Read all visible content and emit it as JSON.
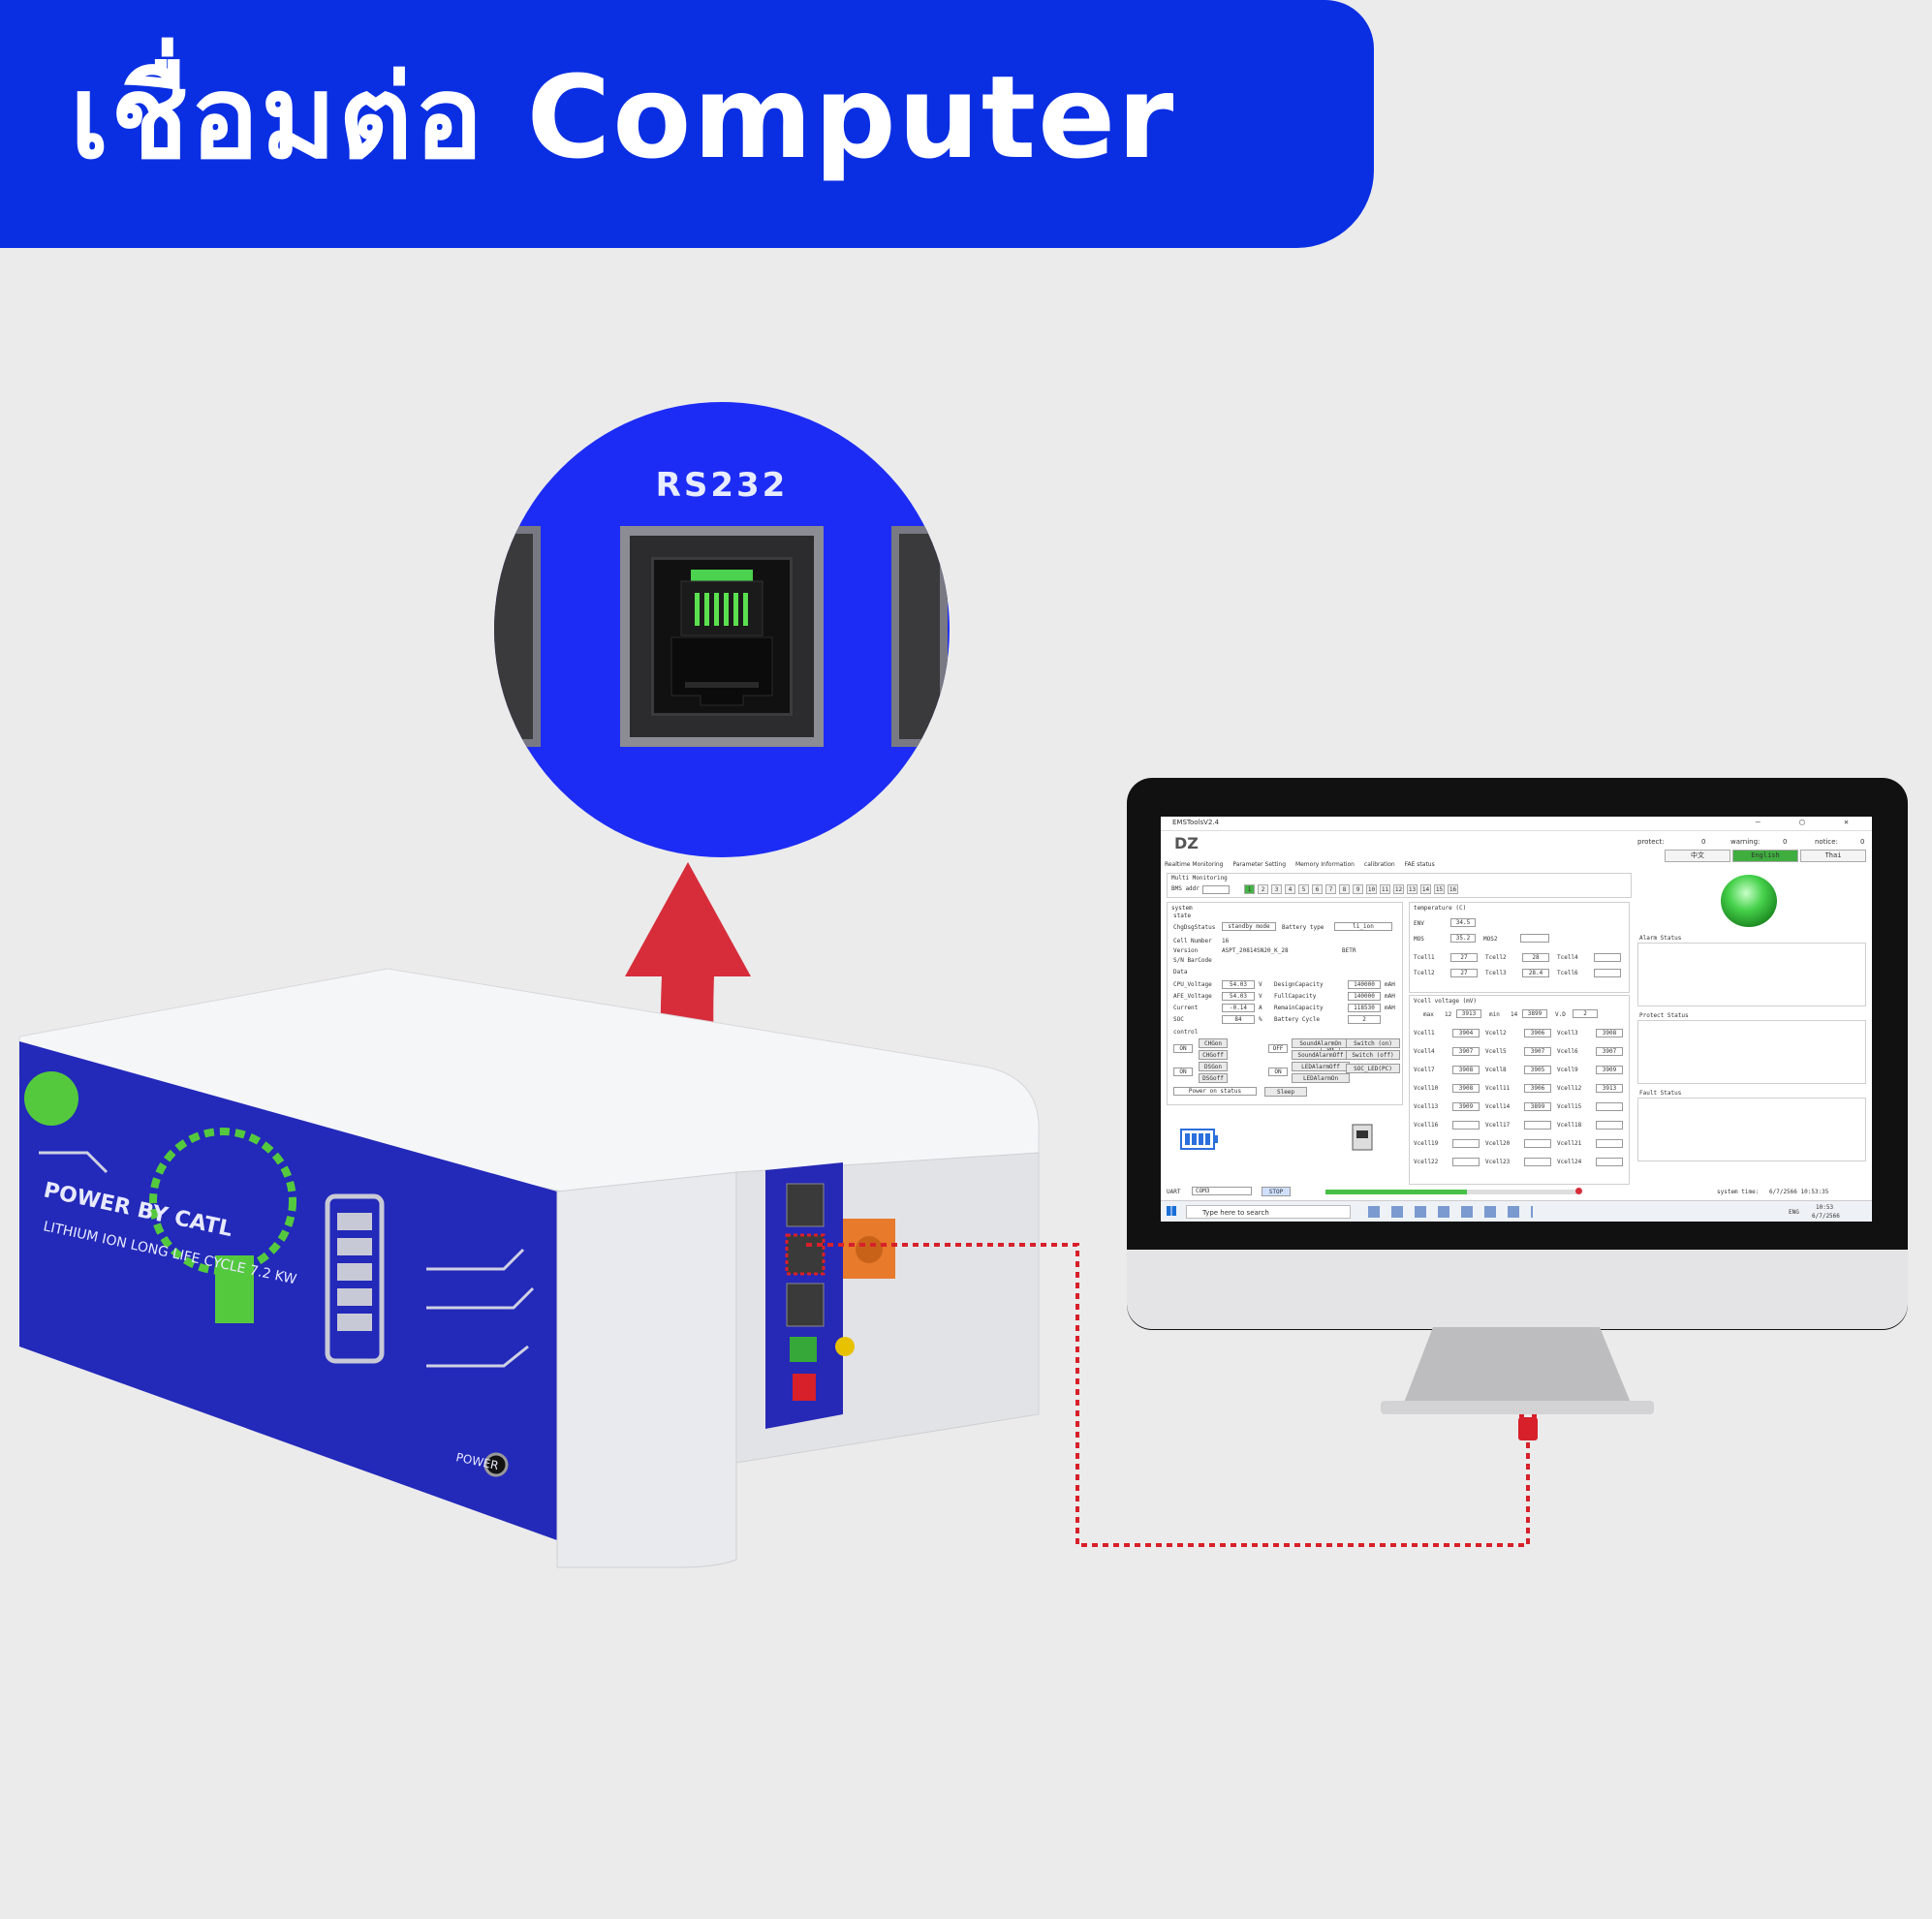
{
  "banner": {
    "title": "เชื่อมต่อ Computer"
  },
  "zoom": {
    "port_label": "RS232"
  },
  "battery": {
    "brand_line": "POWER BY CATL",
    "spec_line": "LITHIUM ION LONG LIFE CYCLE 7.2 KW",
    "power_label": "POWER"
  },
  "app": {
    "window_title": "EMSToolsV2.4",
    "window_buttons": "—  ▢  ✕",
    "logo_text": "DZ",
    "protect": {
      "label": "protect:",
      "value": "0"
    },
    "warning": {
      "label": "warning:",
      "value": "0"
    },
    "notice": {
      "label": "notice:",
      "value": "0"
    },
    "lang_buttons": [
      "中文",
      "English",
      "Thai"
    ],
    "tabs": [
      "Realtime Monitoring",
      "Parameter Setting",
      "Memory Information",
      "calibration",
      "FAE status"
    ],
    "multi_monitoring": "Multi Monitoring",
    "bms_addr_label": "BMS addr",
    "addr_buttons": [
      "1",
      "2",
      "3",
      "4",
      "5",
      "6",
      "7",
      "8",
      "9",
      "10",
      "11",
      "12",
      "13",
      "14",
      "15",
      "16"
    ],
    "system": {
      "title": "system",
      "state": "state",
      "chg_dsg_status_label": "ChgDsgStatus",
      "chg_dsg_status_value": "standby mode",
      "battery_type_label": "Battery type",
      "battery_type_value": "li_ion",
      "cell_number_label": "Cell Number",
      "cell_number_value": "16",
      "version_label": "Version",
      "version_value": "ASPT_20814SN20_K_28",
      "version_extra": "BETR",
      "sn_label": "S/N BarCode"
    },
    "data": {
      "title": "Data",
      "rows_left": [
        {
          "label": "CPU_Voltage",
          "value": "54.03",
          "unit": "V"
        },
        {
          "label": "AFE_Voltage",
          "value": "54.03",
          "unit": "V"
        },
        {
          "label": "Current",
          "value": "-0.14",
          "unit": "A"
        },
        {
          "label": "SOC",
          "value": "84",
          "unit": "%"
        }
      ],
      "rows_right": [
        {
          "label": "DesignCapacity",
          "value": "140000",
          "unit": "mAH"
        },
        {
          "label": "FullCapacity",
          "value": "140000",
          "unit": "mAH"
        },
        {
          "label": "RemainCapacity",
          "value": "118530",
          "unit": "mAH"
        },
        {
          "label": "Battery Cycle",
          "value": "2",
          "unit": ""
        }
      ]
    },
    "control": {
      "title": "control",
      "on": "ON",
      "off": "OFF",
      "buttons_a": [
        "CHGon",
        "CHGoff",
        "DSGon",
        "DSGoff"
      ],
      "buttons_b": [
        "SoundAlarmOn",
        "SoundAlarmOff",
        "LEDAlarmOff",
        "LEDAlarmOn"
      ],
      "buttons_c": [
        "Switch (on)",
        "Switch (off)",
        "SOC_LED(PC)"
      ],
      "power_on_status": "Power on status",
      "sleep": "Sleep"
    },
    "temperature": {
      "title": "temperature (C)",
      "env_label": "ENV",
      "env_value": "34.5",
      "mos_label": "MOS",
      "mos_value": "35.2",
      "mos2_label": "MOS2",
      "cells": [
        {
          "label": "Tcell1",
          "value": "27"
        },
        {
          "label": "Tcell2",
          "value": "28"
        },
        {
          "label": "Tcell4",
          "value": ""
        },
        {
          "label": "Tcell2",
          "value": "27"
        },
        {
          "label": "Tcell3",
          "value": "28.4"
        },
        {
          "label": "Tcell6",
          "value": ""
        }
      ]
    },
    "vcell": {
      "title": "Vcell voltage (mV)",
      "max_label": "max",
      "max_idx": "12",
      "max_value": "3913",
      "min_label": "min",
      "min_idx": "14",
      "min_value": "3899",
      "vd_label": "V.D",
      "vd_value": "2",
      "cells": [
        [
          "Vcell1",
          "3904",
          "Vcell2",
          "3906",
          "Vcell3",
          "3908"
        ],
        [
          "Vcell4",
          "3907",
          "Vcell5",
          "3907",
          "Vcell6",
          "3907"
        ],
        [
          "Vcell7",
          "3908",
          "Vcell8",
          "3905",
          "Vcell9",
          "3909"
        ],
        [
          "Vcell10",
          "3908",
          "Vcell11",
          "3906",
          "Vcell12",
          "3913"
        ],
        [
          "Vcell13",
          "3909",
          "Vcell14",
          "3899",
          "Vcell15",
          ""
        ],
        [
          "Vcell16",
          "",
          "Vcell17",
          "",
          "Vcell18",
          ""
        ],
        [
          "Vcell19",
          "",
          "Vcell20",
          "",
          "Vcell21",
          ""
        ],
        [
          "Vcell22",
          "",
          "Vcell23",
          "",
          "Vcell24",
          ""
        ]
      ]
    },
    "alarm_status": "Alarm Status",
    "protect_status": "Protect Status",
    "fault_status": "Fault Status",
    "uart_label": "UART",
    "com_port": "COM3",
    "stop_button": "STOP",
    "progress_fraction": 0.56,
    "system_time_label": "system time:",
    "system_time_value": "6/7/2566 10:53:35",
    "taskbar": {
      "search_placeholder": "Type here to search",
      "lang": "ENG",
      "clock_time": "10:53",
      "clock_date": "6/7/2566"
    }
  },
  "colors": {
    "banner": "#0a2fe3",
    "zoom_circle": "#1d2cf4",
    "arrow": "#d72d3b",
    "cable": "#d7202a",
    "battery_panel": "#2329b9",
    "accent_green": "#55c93e",
    "port_orange": "#e87a2b"
  }
}
